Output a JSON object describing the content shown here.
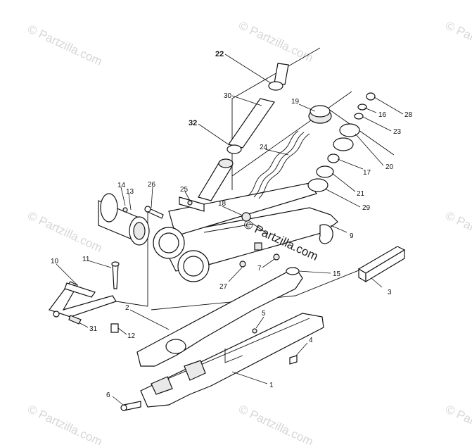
{
  "watermark": {
    "text": "© Partzilla.com",
    "center_text": "© Partzilla.com"
  },
  "callouts": [
    {
      "id": "c1",
      "label": "1"
    },
    {
      "id": "c2",
      "label": "2"
    },
    {
      "id": "c3",
      "label": "3"
    },
    {
      "id": "c4",
      "label": "4"
    },
    {
      "id": "c5",
      "label": "5"
    },
    {
      "id": "c6",
      "label": "6"
    },
    {
      "id": "c7",
      "label": "7"
    },
    {
      "id": "c9",
      "label": "9"
    },
    {
      "id": "c10",
      "label": "10"
    },
    {
      "id": "c11",
      "label": "11"
    },
    {
      "id": "c12",
      "label": "12"
    },
    {
      "id": "c13",
      "label": "13"
    },
    {
      "id": "c14",
      "label": "14"
    },
    {
      "id": "c15",
      "label": "15"
    },
    {
      "id": "c16",
      "label": "16"
    },
    {
      "id": "c17",
      "label": "17"
    },
    {
      "id": "c18",
      "label": "18"
    },
    {
      "id": "c19",
      "label": "19"
    },
    {
      "id": "c20",
      "label": "20"
    },
    {
      "id": "c21",
      "label": "21"
    },
    {
      "id": "c22",
      "label": "22"
    },
    {
      "id": "c23",
      "label": "23"
    },
    {
      "id": "c24",
      "label": "24"
    },
    {
      "id": "c25",
      "label": "25"
    },
    {
      "id": "c26",
      "label": "26"
    },
    {
      "id": "c27",
      "label": "27"
    },
    {
      "id": "c28",
      "label": "28"
    },
    {
      "id": "c29",
      "label": "29"
    },
    {
      "id": "c30",
      "label": "30"
    },
    {
      "id": "c31",
      "label": "31"
    },
    {
      "id": "c32",
      "label": "32"
    }
  ]
}
